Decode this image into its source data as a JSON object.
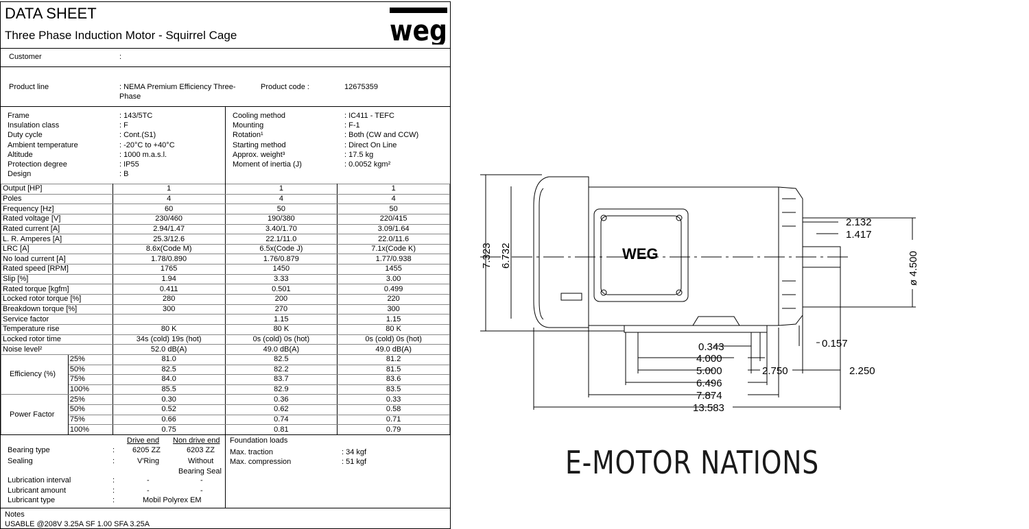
{
  "header": {
    "title": "DATA SHEET",
    "subtitle": "Three Phase Induction Motor - Squirrel Cage",
    "logo": "WEG"
  },
  "customer": {
    "label": "Customer",
    "value": ":"
  },
  "product": {
    "line_label": "Product line",
    "line_value": ": NEMA Premium Efficiency Three-",
    "line_value2": "Phase",
    "code_label": "Product code :",
    "code_value": "12675359"
  },
  "general_left": [
    {
      "label": "Frame",
      "value": ": 143/5TC"
    },
    {
      "label": "Insulation class",
      "value": ": F"
    },
    {
      "label": "Duty cycle",
      "value": ": Cont.(S1)"
    },
    {
      "label": "Ambient temperature",
      "value": ": -20°C to +40°C"
    },
    {
      "label": "Altitude",
      "value": ": 1000 m.a.s.l."
    },
    {
      "label": "Protection degree",
      "value": ": IP55"
    },
    {
      "label": "Design",
      "value": ": B"
    }
  ],
  "general_right": [
    {
      "label": "Cooling method",
      "value": ": IC411 - TEFC"
    },
    {
      "label": "Mounting",
      "value": ": F-1"
    },
    {
      "label": "Rotation¹",
      "value": ": Both (CW and CCW)"
    },
    {
      "label": "Starting method",
      "value": ": Direct On Line"
    },
    {
      "label": "Approx. weight³",
      "value": ": 17.5 kg"
    },
    {
      "label": "Moment of inertia (J)",
      "value": ": 0.0052 kgm²"
    }
  ],
  "performance": [
    [
      "Output [HP]",
      "1",
      "1",
      "1"
    ],
    [
      "Poles",
      "4",
      "4",
      "4"
    ],
    [
      "Frequency [Hz]",
      "60",
      "50",
      "50"
    ],
    [
      "Rated voltage [V]",
      "230/460",
      "190/380",
      "220/415"
    ],
    [
      "Rated current [A]",
      "2.94/1.47",
      "3.40/1.70",
      "3.09/1.64"
    ],
    [
      "L. R. Amperes [A]",
      "25.3/12.6",
      "22.1/11.0",
      "22.0/11.6"
    ],
    [
      "LRC [A]",
      "8.6x(Code M)",
      "6.5x(Code J)",
      "7.1x(Code K)"
    ],
    [
      "No load current [A]",
      "1.78/0.890",
      "1.76/0.879",
      "1.77/0.938"
    ],
    [
      "Rated speed [RPM]",
      "1765",
      "1450",
      "1455"
    ],
    [
      "Slip [%]",
      "1.94",
      "3.33",
      "3.00"
    ],
    [
      "Rated torque [kgfm]",
      "0.411",
      "0.501",
      "0.499"
    ],
    [
      "Locked rotor torque [%]",
      "280",
      "200",
      "220"
    ],
    [
      "Breakdown torque [%]",
      "300",
      "270",
      "300"
    ],
    [
      "Service factor",
      "",
      "1.15",
      "1.15"
    ],
    [
      "Temperature rise",
      "80 K",
      "80 K",
      "80 K"
    ],
    [
      "Locked rotor time",
      "34s (cold) 19s (hot)",
      "0s (cold) 0s (hot)",
      "0s (cold) 0s (hot)"
    ],
    [
      "Noise level²",
      "52.0 dB(A)",
      "49.0 dB(A)",
      "49.0 dB(A)"
    ]
  ],
  "efficiency": {
    "label": "Efficiency (%)",
    "rows": [
      [
        "25%",
        "81.0",
        "82.5",
        "81.2"
      ],
      [
        "50%",
        "82.5",
        "82.2",
        "81.5"
      ],
      [
        "75%",
        "84.0",
        "83.7",
        "83.6"
      ],
      [
        "100%",
        "85.5",
        "82.9",
        "83.5"
      ]
    ]
  },
  "power_factor": {
    "label": "Power Factor",
    "rows": [
      [
        "25%",
        "0.30",
        "0.36",
        "0.33"
      ],
      [
        "50%",
        "0.52",
        "0.62",
        "0.58"
      ],
      [
        "75%",
        "0.66",
        "0.74",
        "0.71"
      ],
      [
        "100%",
        "0.75",
        "0.81",
        "0.79"
      ]
    ]
  },
  "bearings": {
    "drive_end": "Drive end",
    "non_drive_end": "Non drive end",
    "rows": [
      {
        "label": "Bearing type",
        "de": "6205 ZZ",
        "nde": "6203 ZZ"
      },
      {
        "label": "Sealing",
        "de": "V'Ring",
        "nde": "Without"
      }
    ],
    "sealing_nde2": "Bearing Seal",
    "lub_interval": {
      "label": "Lubrication interval",
      "de": "-",
      "nde": "-"
    },
    "lub_amount": {
      "label": "Lubricant amount",
      "de": "-",
      "nde": "-"
    },
    "lub_type": {
      "label": "Lubricant type",
      "value": "Mobil Polyrex EM"
    },
    "colon": ":"
  },
  "foundation": {
    "title": "Foundation loads",
    "traction_label": "Max. traction",
    "traction": ": 34 kgf",
    "compression_label": "Max. compression",
    "compression": ": 51 kgf"
  },
  "notes": {
    "title": "Notes",
    "text": "USABLE @208V 3.25A SF 1.00 SFA 3.25A"
  },
  "dimensions": {
    "d7323": "7.323",
    "d6732": "6.732",
    "d2132": "2.132",
    "d1417": "1.417",
    "d4500": "ø 4.500",
    "d0343": "0.343",
    "d4000": "4.000",
    "d5000": "5.000",
    "d6496": "6.496",
    "d7874": "7.874",
    "d13583": "13.583",
    "d2750": "2.750",
    "d2250": "2.250",
    "d0157": "0.157",
    "logo": "WEG"
  },
  "brand": "E-MOTOR NATIONS"
}
